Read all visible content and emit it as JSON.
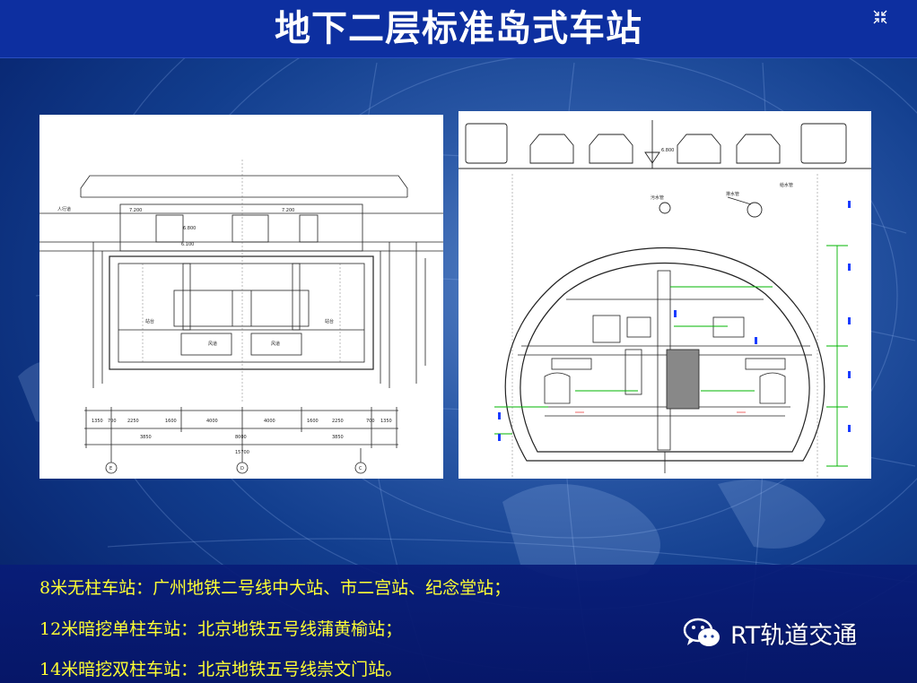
{
  "title": "地下二层标准岛式车站",
  "captions": [
    "8米无柱车站：广州地铁二号线中大站、市二宫站、纪念堂站；",
    "12米暗挖单柱车站：北京地铁五号线蒲黄榆站；",
    "14米暗挖双柱车站：北京地铁五号线崇文门站。"
  ],
  "watermark": {
    "text": "RT轨道交通",
    "icon": "wechat-icon"
  },
  "icons": {
    "corner": "collapse-arrows-icon"
  },
  "colors": {
    "title_bar": "#0d2fa0",
    "caption": "#ffff33",
    "drawing_green": "#00b400",
    "drawing_blue": "#1a3cff"
  },
  "left_drawing": {
    "dims_bottom": [
      "1350",
      "700",
      "2250",
      "1600",
      "4000",
      "4000",
      "1600",
      "2250",
      "700",
      "1350"
    ],
    "dims_sub": [
      "3850",
      "8000",
      "3850"
    ],
    "dims_total": "15700",
    "axes": [
      "E",
      "D",
      "C"
    ],
    "labels": [
      "人行道",
      "7.200",
      "7.200",
      "6.800",
      "6.100",
      "风道",
      "风道",
      "站台",
      "站台"
    ]
  },
  "right_drawing": {
    "labels": [
      "6.800",
      "给水管",
      "污水管",
      "排水管"
    ]
  }
}
